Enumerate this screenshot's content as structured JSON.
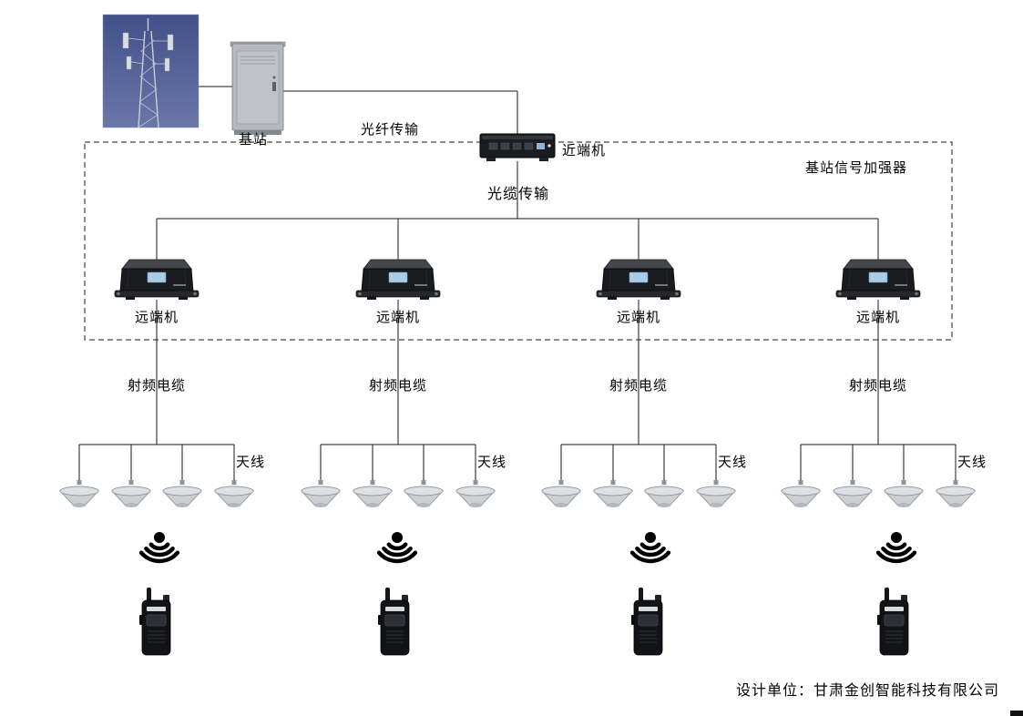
{
  "colors": {
    "wire": "#1a1a1a",
    "sky_top": "#42508a",
    "sky_bottom": "#6b77a8",
    "sticker_blue": "#a9cde9",
    "background": "#ffffff"
  },
  "header": {
    "base_station_label": "基站",
    "fiber_transmission_label": "光纤传输",
    "near_end_unit_label": "近端机",
    "booster_box_label": "基站信号加强器",
    "optical_cable_label": "光缆传输"
  },
  "branches": [
    {
      "remote_unit_label": "远端机",
      "rf_cable_label": "射频电缆",
      "antenna_label": "天线"
    },
    {
      "remote_unit_label": "远端机",
      "rf_cable_label": "射频电缆",
      "antenna_label": "天线"
    },
    {
      "remote_unit_label": "远端机",
      "rf_cable_label": "射频电缆",
      "antenna_label": "天线"
    },
    {
      "remote_unit_label": "远端机",
      "rf_cable_label": "射频电缆",
      "antenna_label": "天线"
    }
  ],
  "footer": {
    "designer_credit": "设计单位：甘肃金创智能科技有限公司"
  }
}
